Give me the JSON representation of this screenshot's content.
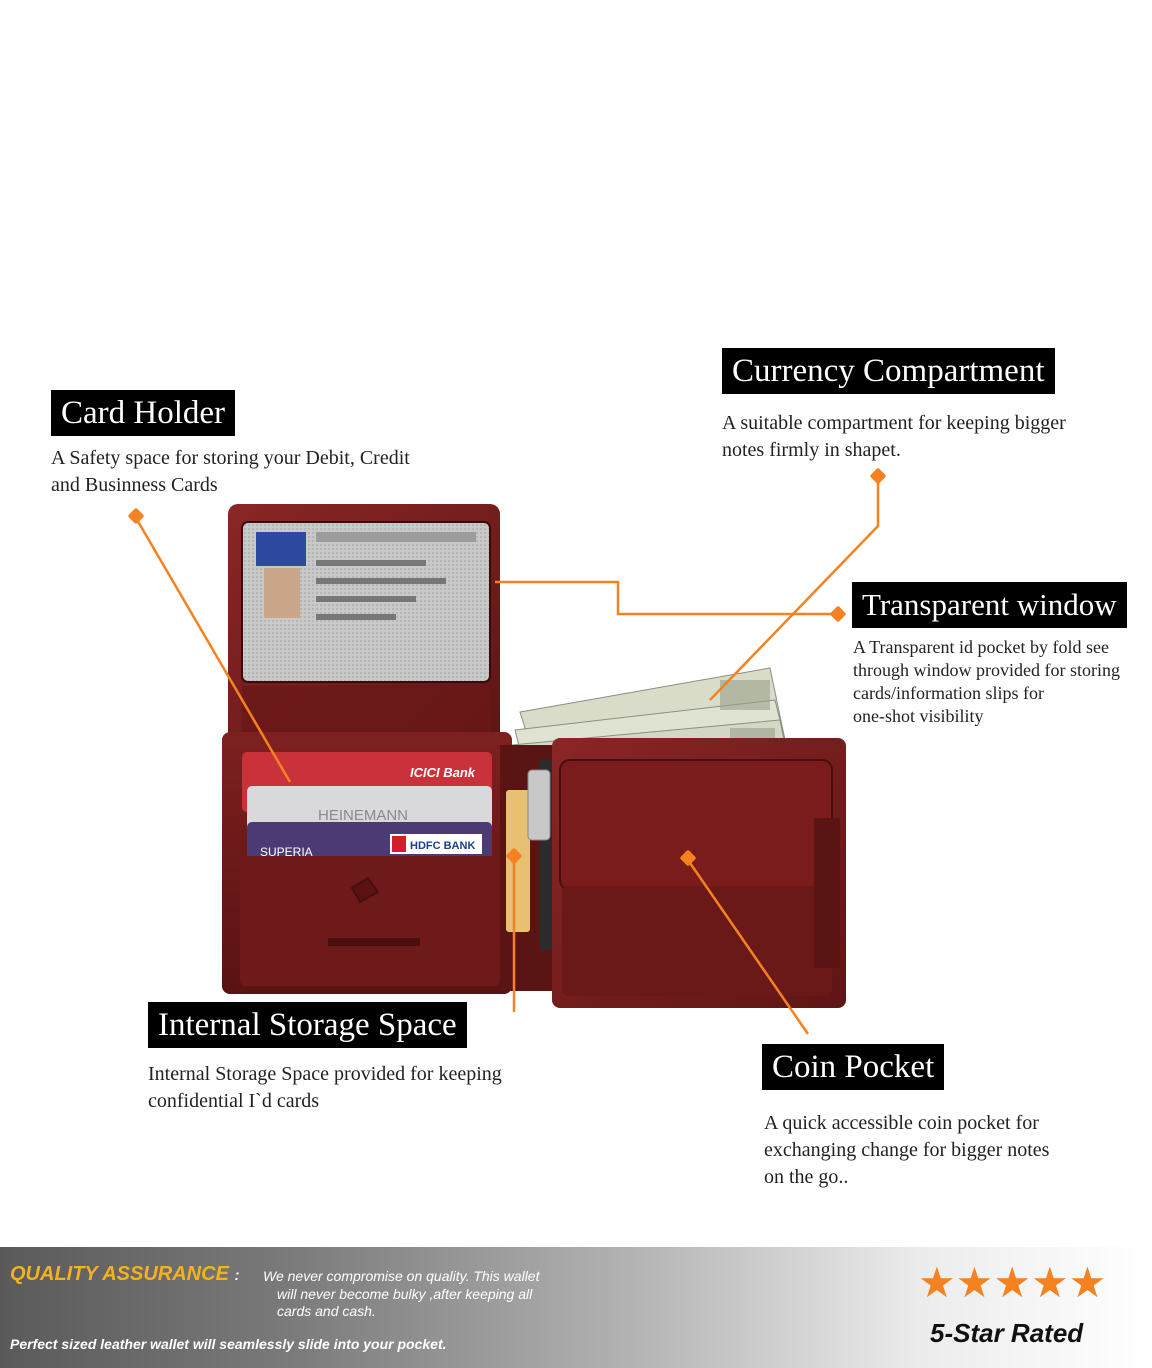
{
  "features": {
    "card_holder": {
      "title": "Card Holder",
      "lines": [
        "A Safety space for storing your Debit, Credit",
        "and Businness Cards"
      ]
    },
    "currency_compartment": {
      "title": "Currency Compartment",
      "lines": [
        "A suitable compartment for keeping bigger",
        "notes firmly in shapet."
      ]
    },
    "transparent_window": {
      "title": "Transparent window",
      "lines": [
        "A Transparent id pocket by fold see",
        "through window provided for storing",
        "cards/information slips for",
        "one-shot visibility"
      ]
    },
    "internal_storage": {
      "title": "Internal Storage Space",
      "lines": [
        "Internal Storage Space provided for keeping",
        "confidential I`d cards"
      ]
    },
    "coin_pocket": {
      "title": "Coin Pocket",
      "lines": [
        "A quick accessible coin pocket for",
        "exchanging change for bigger notes",
        "on the go.."
      ]
    }
  },
  "cards": {
    "icici": "ICICI Bank",
    "heinemann": "HEINEMANN",
    "superia": "SUPERIA",
    "hdfc": "HDFC BANK"
  },
  "banner": {
    "qa_title": "QUALITY ASSURANCE",
    "qa_colon": ":",
    "qa_line1": "We never compromise on quality. This wallet",
    "qa_line2": "will never become bulky ,after keeping all",
    "qa_line3": "cards and cash.",
    "qa_foot": "Perfect sized leather wallet will seamlessly slide into your pocket.",
    "stars": 5,
    "rated": "5-Star Rated"
  },
  "colors": {
    "accent": "#f58220",
    "leather": "#7a1d1d",
    "label_bg": "#000000",
    "qa_title": "#f6b21c"
  }
}
